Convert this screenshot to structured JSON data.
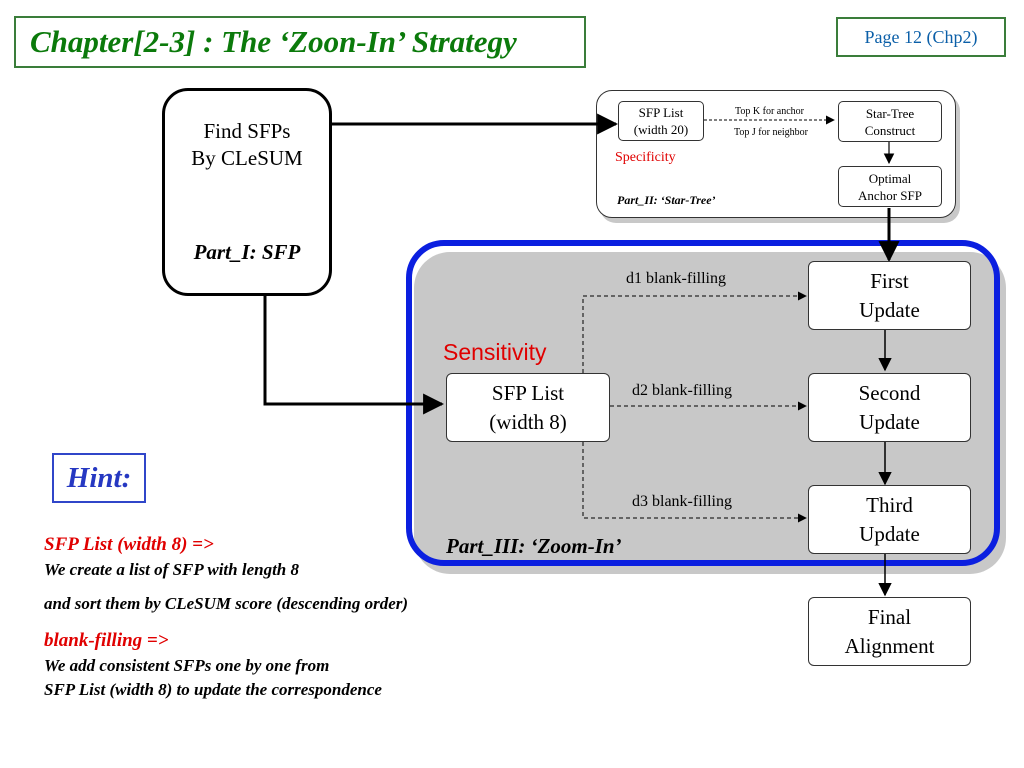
{
  "header": {
    "title": "Chapter[2-3] : The ‘Zoon-In’ Strategy",
    "page": "Page 12  (Chp2)"
  },
  "part1": {
    "line1": "Find SFPs",
    "line2": "By CLeSUM",
    "label": "Part_I: SFP"
  },
  "part2": {
    "sfp_list": [
      "SFP List",
      "(width 20)"
    ],
    "star_tree": [
      "Star-Tree",
      "Construct"
    ],
    "anchor": [
      "Optimal",
      "Anchor SFP"
    ],
    "top_k": "Top K for anchor",
    "top_j": "Top J for neighbor",
    "specificity": "Specificity",
    "label": "Part_II: ‘Star-Tree’"
  },
  "part3": {
    "sensitivity": "Sensitivity",
    "sfp_list": [
      "SFP List",
      "(width 8)"
    ],
    "d1": "d1 blank-filling",
    "d2": "d2 blank-filling",
    "d3": "d3 blank-filling",
    "first": [
      "First",
      "Update"
    ],
    "second": [
      "Second",
      "Update"
    ],
    "third": [
      "Third",
      "Update"
    ],
    "label": "Part_III: ‘Zoom-In’"
  },
  "final": [
    "Final",
    "Alignment"
  ],
  "hint": "Hint:",
  "notes": {
    "h1": "SFP List (width 8) =>",
    "t1": "We create a list of SFP with length 8",
    "t2": "and sort them by CLeSUM score (descending order)",
    "h2": "blank-filling =>",
    "t3": "We add consistent SFPs one by one from",
    "t4": "SFP List (width 8) to update the correspondence"
  }
}
